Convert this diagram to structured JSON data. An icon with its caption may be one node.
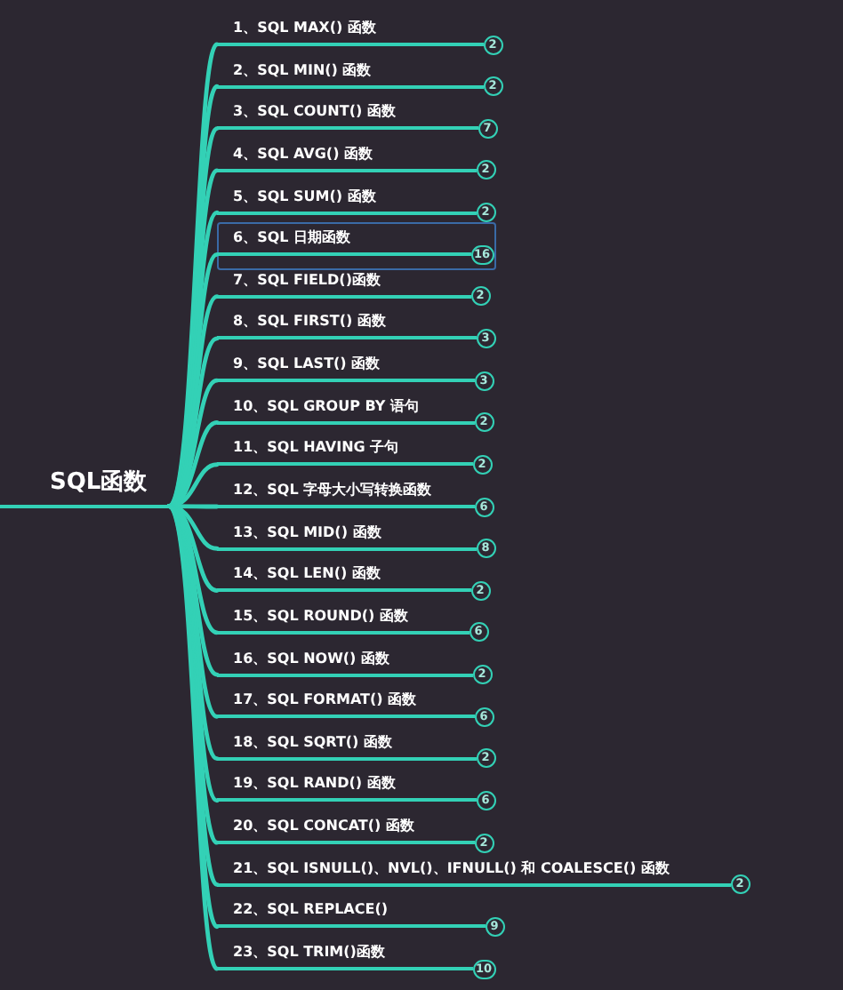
{
  "diagram": {
    "nodes": [
      {
        "text": [
          "SQL函数"
        ]
      },
      {
        "text": [
          "1、SQL MAX() 函数"
        ],
        "beside": [
          "2"
        ]
      },
      {
        "text": [
          "2、SQL MIN() 函数"
        ],
        "beside": [
          "2"
        ]
      },
      {
        "text": [
          "3、SQL COUNT() 函数"
        ],
        "beside": [
          "7"
        ]
      },
      {
        "text": [
          "4、SQL AVG() 函数"
        ],
        "beside": [
          "2"
        ]
      },
      {
        "text": [
          "5、SQL SUM() 函数"
        ],
        "beside": [
          "2"
        ]
      },
      {
        "text": [
          "6、SQL 日期函数"
        ],
        "beside": [
          "16"
        ]
      },
      {
        "text": [
          "7、SQL FIELD()函数"
        ],
        "beside": [
          "2"
        ]
      },
      {
        "text": [
          "8、SQL FIRST() 函数"
        ],
        "beside": [
          "3"
        ]
      },
      {
        "text": [
          "9、SQL LAST() 函数"
        ],
        "beside": [
          "3"
        ]
      },
      {
        "text": [
          "10、SQL GROUP BY 语句"
        ],
        "beside": [
          "2"
        ]
      },
      {
        "text": [
          "11、SQL HAVING 子句"
        ],
        "beside": [
          "2"
        ]
      },
      {
        "text": [
          "12、SQL 字母大小写转换函数"
        ],
        "beside": [
          "6"
        ]
      },
      {
        "text": [
          "13、SQL MID() 函数"
        ],
        "beside": [
          "8"
        ]
      },
      {
        "text": [
          "14、SQL LEN() 函数"
        ],
        "beside": [
          "2"
        ]
      },
      {
        "text": [
          "15、SQL ROUND() 函数"
        ],
        "beside": [
          "6"
        ]
      },
      {
        "text": [
          "16、SQL NOW() 函数"
        ],
        "beside": [
          "2"
        ]
      },
      {
        "text": [
          "17、SQL FORMAT() 函数"
        ],
        "beside": [
          "6"
        ]
      },
      {
        "text": [
          "18、SQL SQRT() 函数"
        ],
        "beside": [
          "2"
        ]
      },
      {
        "text": [
          "19、SQL RAND() 函数"
        ],
        "beside": [
          "6"
        ]
      },
      {
        "text": [
          "20、SQL CONCAT() 函数"
        ],
        "beside": [
          "2"
        ]
      },
      {
        "text": [
          "21、SQL ISNULL()、NVL()、IFNULL() 和 COALESCE() 函数"
        ],
        "beside": [
          "2"
        ]
      },
      {
        "text": [
          "22、SQL REPLACE()"
        ],
        "beside": [
          "9"
        ]
      },
      {
        "text": [
          "23、SQL TRIM()函数"
        ],
        "beside": [
          "10"
        ]
      }
    ],
    "edges": [
      {
        "from": 0,
        "to": 1,
        "arrow": "none"
      },
      {
        "from": 0,
        "to": 2,
        "arrow": "none"
      },
      {
        "from": 0,
        "to": 3,
        "arrow": "none"
      },
      {
        "from": 0,
        "to": 4,
        "arrow": "none"
      },
      {
        "from": 0,
        "to": 5,
        "arrow": "none"
      },
      {
        "from": 0,
        "to": 6,
        "arrow": "none"
      },
      {
        "from": 0,
        "to": 7,
        "arrow": "none"
      },
      {
        "from": 0,
        "to": 8,
        "arrow": "none"
      },
      {
        "from": 0,
        "to": 9,
        "arrow": "none"
      },
      {
        "from": 0,
        "to": 10,
        "arrow": "none"
      },
      {
        "from": 0,
        "to": 11,
        "arrow": "none"
      },
      {
        "from": 0,
        "to": 12,
        "arrow": "none"
      },
      {
        "from": 0,
        "to": 13,
        "arrow": "none"
      },
      {
        "from": 0,
        "to": 14,
        "arrow": "none"
      },
      {
        "from": 0,
        "to": 15,
        "arrow": "none"
      },
      {
        "from": 0,
        "to": 16,
        "arrow": "none"
      },
      {
        "from": 0,
        "to": 17,
        "arrow": "none"
      },
      {
        "from": 0,
        "to": 18,
        "arrow": "none"
      },
      {
        "from": 0,
        "to": 19,
        "arrow": "none"
      },
      {
        "from": 0,
        "to": 20,
        "arrow": "none"
      },
      {
        "from": 0,
        "to": 21,
        "arrow": "none"
      },
      {
        "from": 0,
        "to": 22,
        "arrow": "none"
      },
      {
        "from": 0,
        "to": 23,
        "arrow": "none"
      }
    ]
  }
}
